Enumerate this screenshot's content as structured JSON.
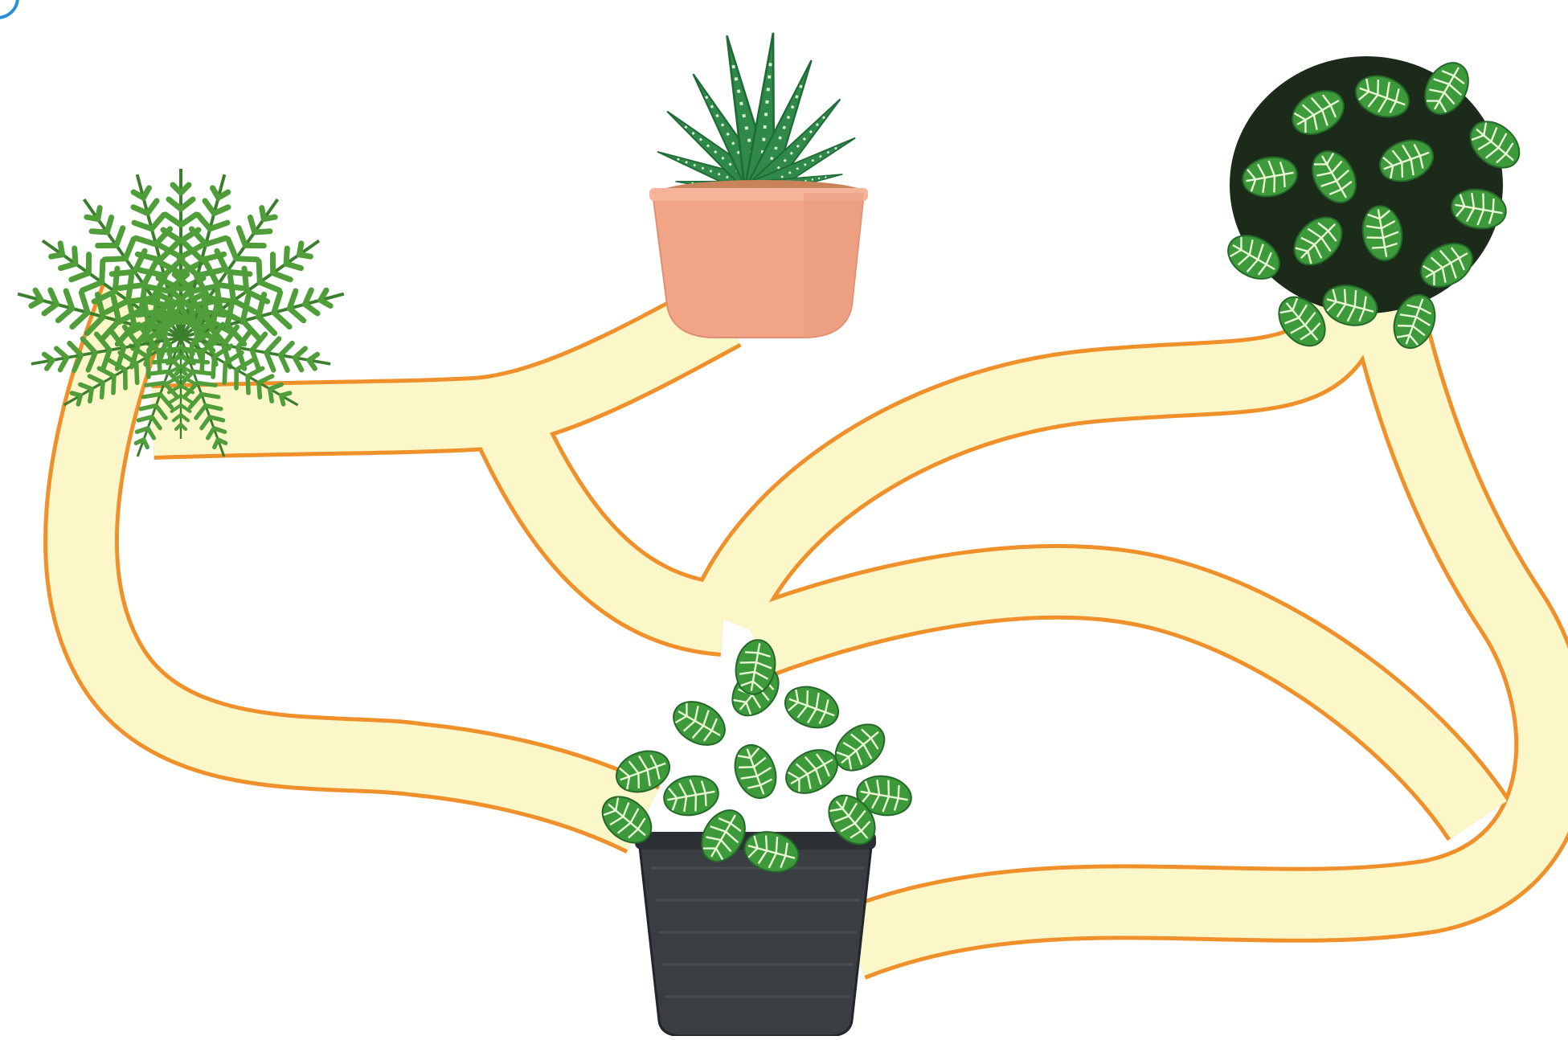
{
  "puzzle": {
    "path_fill": "#fbf7c9",
    "path_outline": "#f0902a",
    "plants": [
      {
        "name": "fern"
      },
      {
        "name": "haworthia-succulent-in-terracotta-pot"
      },
      {
        "name": "fittonia-top-view"
      },
      {
        "name": "fittonia-in-black-pot"
      }
    ]
  },
  "colors": {
    "leaf_dark": "#2f8a2f",
    "leaf_light": "#64b84a",
    "vein": "#eaf6d8",
    "pot_terracotta": "#f2a487",
    "pot_black": "#3a3d42",
    "badge_blue": "#2a8fd6"
  }
}
